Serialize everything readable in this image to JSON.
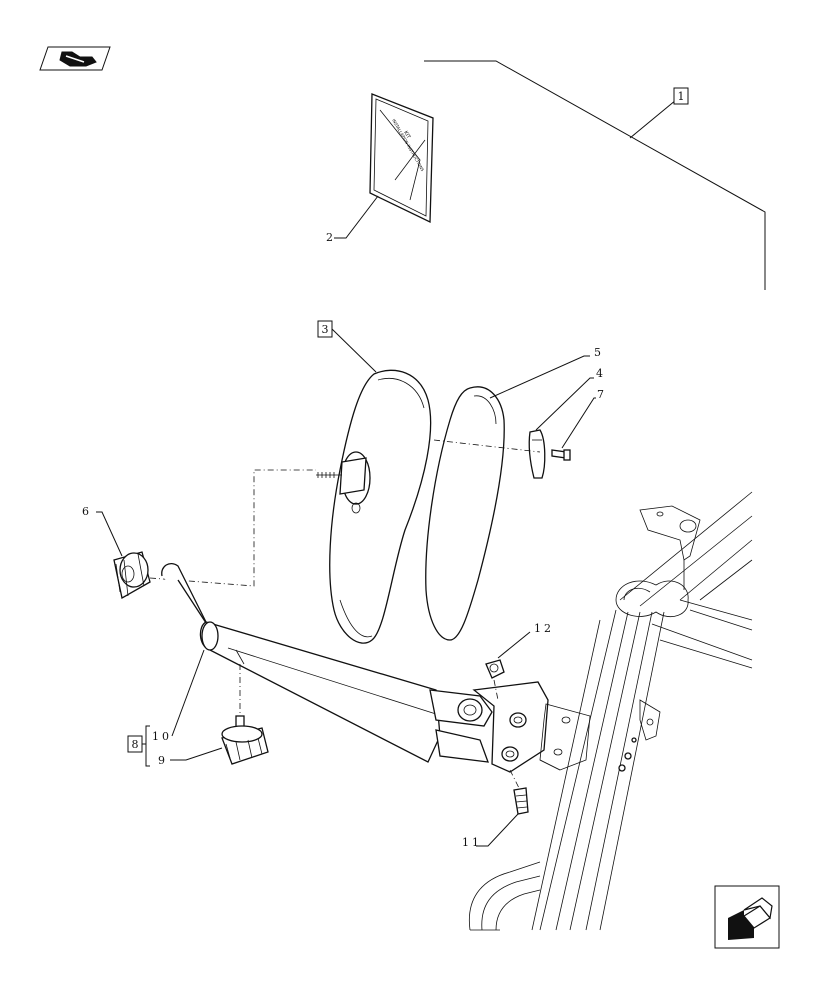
{
  "labels": {
    "kit": "1",
    "manual": "2",
    "mirror_head": "3",
    "mirror_part_4": "4",
    "mirror_glass": "5",
    "knob_nut": "6",
    "screw_7": "7",
    "group_8": "8",
    "knob_9": "9",
    "arm_10": "10",
    "bolt_11": "11",
    "nut_12": "12"
  },
  "manual_cover": {
    "line1": "KIT",
    "line2": "INSTALLATION INSTRUCTIONS"
  },
  "icons": {
    "top_left": "kit-arrow-icon",
    "bottom_right": "next-page-arrow-icon"
  },
  "colors": {
    "line": "#111111",
    "background": "#ffffff"
  }
}
